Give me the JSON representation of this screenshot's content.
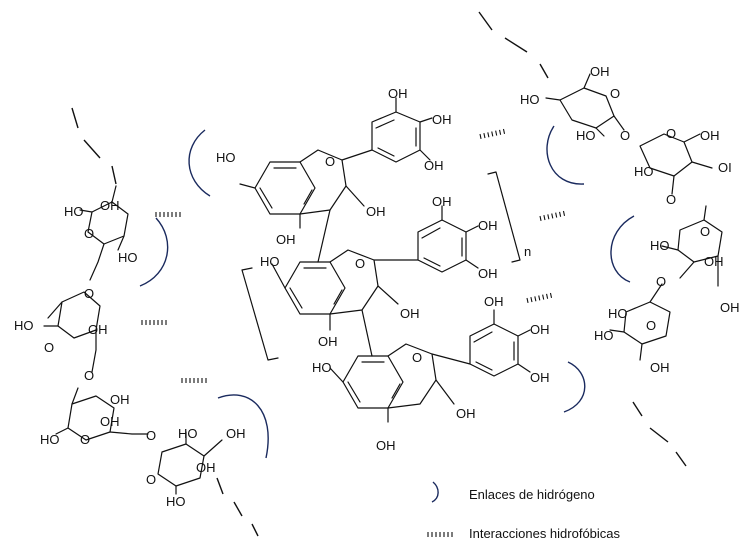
{
  "groups": {
    "hydroxyl": "OH",
    "hydroxyl_left": "HO",
    "oxygen": "O",
    "oxygen_clipped": "OI",
    "repeat_subscript": "n"
  },
  "legend": {
    "hydrogen_bonds": "Enlaces de hidrógeno",
    "hydrophobic": "Interacciones hidrofóbicas"
  },
  "colors": {
    "bond": "#111111",
    "hydrogen_bond": "#1a2a5e"
  }
}
